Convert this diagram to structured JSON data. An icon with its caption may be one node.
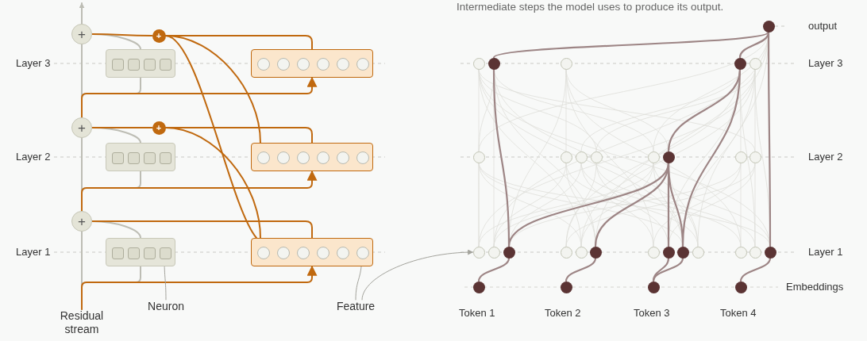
{
  "diagram": {
    "nodes": [
      {
        "text": [
          "Residual stream"
        ]
      },
      {
        "text": [
          "+"
        ]
      },
      {
        "text": [
          "+"
        ]
      },
      {
        "text": [
          "+"
        ]
      },
      {
        "text": [
          "+"
        ]
      },
      {
        "text": [
          "+"
        ]
      },
      {
        "text": [],
        "shape": "box"
      },
      {
        "text": [],
        "shape": "box",
        "in": 6
      },
      {
        "text": [],
        "shape": "box",
        "in": 6
      },
      {
        "text": [],
        "shape": "box",
        "in": 6
      },
      {
        "text": [],
        "shape": "box",
        "in": 6
      },
      {
        "text": [],
        "shape": "box"
      },
      {
        "text": [],
        "shape": "box",
        "in": 11
      },
      {
        "text": [],
        "shape": "box",
        "in": 11
      },
      {
        "text": [],
        "shape": "box",
        "in": 11
      },
      {
        "text": [],
        "shape": "box",
        "in": 11
      },
      {
        "text": [],
        "shape": "box"
      },
      {
        "text": [],
        "shape": "box",
        "in": 16
      },
      {
        "text": [],
        "shape": "box",
        "in": 16
      },
      {
        "text": [],
        "shape": "box",
        "in": 16
      },
      {
        "text": [],
        "shape": "box",
        "in": 16
      },
      {
        "text": [],
        "shape": "box"
      },
      {
        "text": [],
        "shape": "circle",
        "in": 21
      },
      {
        "text": [],
        "shape": "circle",
        "in": 21
      },
      {
        "text": [],
        "shape": "circle",
        "in": 21
      },
      {
        "text": [],
        "shape": "circle",
        "in": 21
      },
      {
        "text": [],
        "shape": "circle",
        "in": 21
      },
      {
        "text": [],
        "shape": "circle",
        "in": 21
      },
      {
        "text": [],
        "shape": "box"
      },
      {
        "text": [],
        "shape": "circle",
        "in": 28
      },
      {
        "text": [],
        "shape": "circle",
        "in": 28
      },
      {
        "text": [],
        "shape": "circle",
        "in": 28
      },
      {
        "text": [],
        "shape": "circle",
        "in": 28
      },
      {
        "text": [],
        "shape": "circle",
        "in": 28
      },
      {
        "text": [],
        "shape": "circle",
        "in": 28
      },
      {
        "text": [],
        "shape": "box"
      },
      {
        "text": [],
        "shape": "circle",
        "in": 35
      },
      {
        "text": [],
        "shape": "circle",
        "in": 35
      },
      {
        "text": [],
        "shape": "circle",
        "in": 35
      },
      {
        "text": [],
        "shape": "circle",
        "in": 35
      },
      {
        "text": [],
        "shape": "circle",
        "in": 35
      },
      {
        "text": [],
        "shape": "circle",
        "in": 35
      },
      {
        "text": [
          "Neuron"
        ]
      },
      {
        "text": [
          "Feature"
        ]
      },
      {
        "text": [],
        "shape": "circle"
      },
      {
        "text": [],
        "shape": "circle"
      },
      {
        "text": [],
        "shape": "circle"
      },
      {
        "text": [],
        "shape": "circle"
      },
      {
        "text": [],
        "shape": "circle"
      },
      {
        "text": [],
        "shape": "circle"
      },
      {
        "text": [],
        "shape": "circle"
      },
      {
        "text": [],
        "shape": "circle"
      },
      {
        "text": [],
        "shape": "circle"
      },
      {
        "text": [],
        "shape": "circle"
      },
      {
        "text": [],
        "shape": "circle"
      },
      {
        "text": [],
        "shape": "circle"
      },
      {
        "text": [],
        "shape": "circle"
      },
      {
        "text": [],
        "shape": "circle"
      },
      {
        "text": [],
        "shape": "circle"
      },
      {
        "text": [],
        "shape": "circle"
      },
      {
        "text": [],
        "shape": "circle"
      },
      {
        "text": [],
        "shape": "circle"
      },
      {
        "text": [],
        "shape": "circle"
      },
      {
        "text": [],
        "shape": "circle"
      },
      {
        "text": [],
        "shape": "circle"
      },
      {
        "text": [],
        "shape": "circle"
      },
      {
        "text": [],
        "shape": "circle"
      },
      {
        "text": [],
        "shape": "circle"
      },
      {
        "text": [],
        "shape": "circle"
      },
      {
        "text": [],
        "shape": "circle"
      },
      {
        "text": [],
        "shape": "circle"
      },
      {
        "text": [],
        "shape": "circle"
      },
      {
        "text": [],
        "shape": "circle"
      },
      {
        "text": [],
        "shape": "circle"
      },
      {
        "text": [],
        "shape": "circle"
      }
    ],
    "edges": [
      {
        "from": 0,
        "to": 1,
        "arrow": "none",
        "color": "#bdbdb4"
      },
      {
        "from": 1,
        "to": 2,
        "arrow": "none",
        "color": "#bdbdb4"
      },
      {
        "from": 2,
        "to": 3,
        "arrow": "none",
        "color": "#bdbdb4"
      },
      {
        "from": 3,
        "to": null,
        "arrow": "to",
        "color": "#bdbdb4"
      },
      {
        "from": 0,
        "to": 6,
        "arrow": "none",
        "color": "#bdbdb4"
      },
      {
        "from": 6,
        "to": 1,
        "arrow": "none",
        "color": "#bdbdb4"
      },
      {
        "from": 1,
        "to": 11,
        "arrow": "none",
        "color": "#bdbdb4"
      },
      {
        "from": 11,
        "to": 2,
        "arrow": "none",
        "color": "#bdbdb4"
      },
      {
        "from": 2,
        "to": 16,
        "arrow": "none",
        "color": "#bdbdb4"
      },
      {
        "from": 16,
        "to": 3,
        "arrow": "none",
        "color": "#bdbdb4"
      },
      {
        "from": 0,
        "to": 21,
        "arrow": "to",
        "color": "#c0690f"
      },
      {
        "from": 1,
        "to": 28,
        "arrow": "to",
        "color": "#c0690f"
      },
      {
        "from": 2,
        "to": 35,
        "arrow": "to",
        "color": "#c0690f"
      },
      {
        "from": 21,
        "to": 1,
        "arrow": "none",
        "color": "#c0690f"
      },
      {
        "from": 21,
        "to": 4,
        "arrow": "none",
        "color": "#c0690f"
      },
      {
        "from": 21,
        "to": 5,
        "arrow": "none",
        "color": "#c0690f"
      },
      {
        "from": 28,
        "to": 4,
        "arrow": "none",
        "color": "#c0690f"
      },
      {
        "from": 28,
        "to": 5,
        "arrow": "none",
        "color": "#c0690f"
      },
      {
        "from": 35,
        "to": 5,
        "arrow": "none",
        "color": "#c0690f"
      },
      {
        "from": 4,
        "to": 2,
        "arrow": "none",
        "color": "#c0690f"
      },
      {
        "from": 5,
        "to": 3,
        "arrow": "none",
        "color": "#c0690f"
      },
      {
        "from": 44,
        "to": 50,
        "arrow": "none"
      },
      {
        "from": 45,
        "to": 53,
        "arrow": "none"
      },
      {
        "from": 46,
        "to": 55,
        "arrow": "none"
      },
      {
        "from": 46,
        "to": 56,
        "arrow": "none"
      },
      {
        "from": 47,
        "to": 60,
        "arrow": "none"
      },
      {
        "from": 50,
        "to": 70,
        "arrow": "none"
      },
      {
        "from": 50,
        "to": 66,
        "arrow": "none"
      },
      {
        "from": 53,
        "to": 66,
        "arrow": "none"
      },
      {
        "from": 55,
        "to": 66,
        "arrow": "none"
      },
      {
        "from": 56,
        "to": 66,
        "arrow": "none"
      },
      {
        "from": 66,
        "to": 72,
        "arrow": "none"
      },
      {
        "from": 56,
        "to": 72,
        "arrow": "none"
      },
      {
        "from": 60,
        "to": 74,
        "arrow": "none"
      },
      {
        "from": 70,
        "to": 74,
        "arrow": "none"
      },
      {
        "from": 72,
        "to": 74,
        "arrow": "none"
      },
      {
        "from": 42,
        "to": 10,
        "arrow": "to",
        "color": "#a3a39c"
      },
      {
        "from": 43,
        "to": 27,
        "arrow": "to",
        "color": "#a3a39c"
      },
      {
        "from": 43,
        "to": 48,
        "arrow": "to",
        "color": "#a3a39c"
      }
    ],
    "labels": [
      "Intermediate steps the model uses to produce its output.",
      "output",
      "Layer 3",
      "Layer 3",
      "Layer 2",
      "Layer 2",
      "Layer 1",
      "Layer 1",
      "Embeddings",
      "Token 1",
      "Token 2",
      "Token 3",
      "Token 4"
    ]
  }
}
